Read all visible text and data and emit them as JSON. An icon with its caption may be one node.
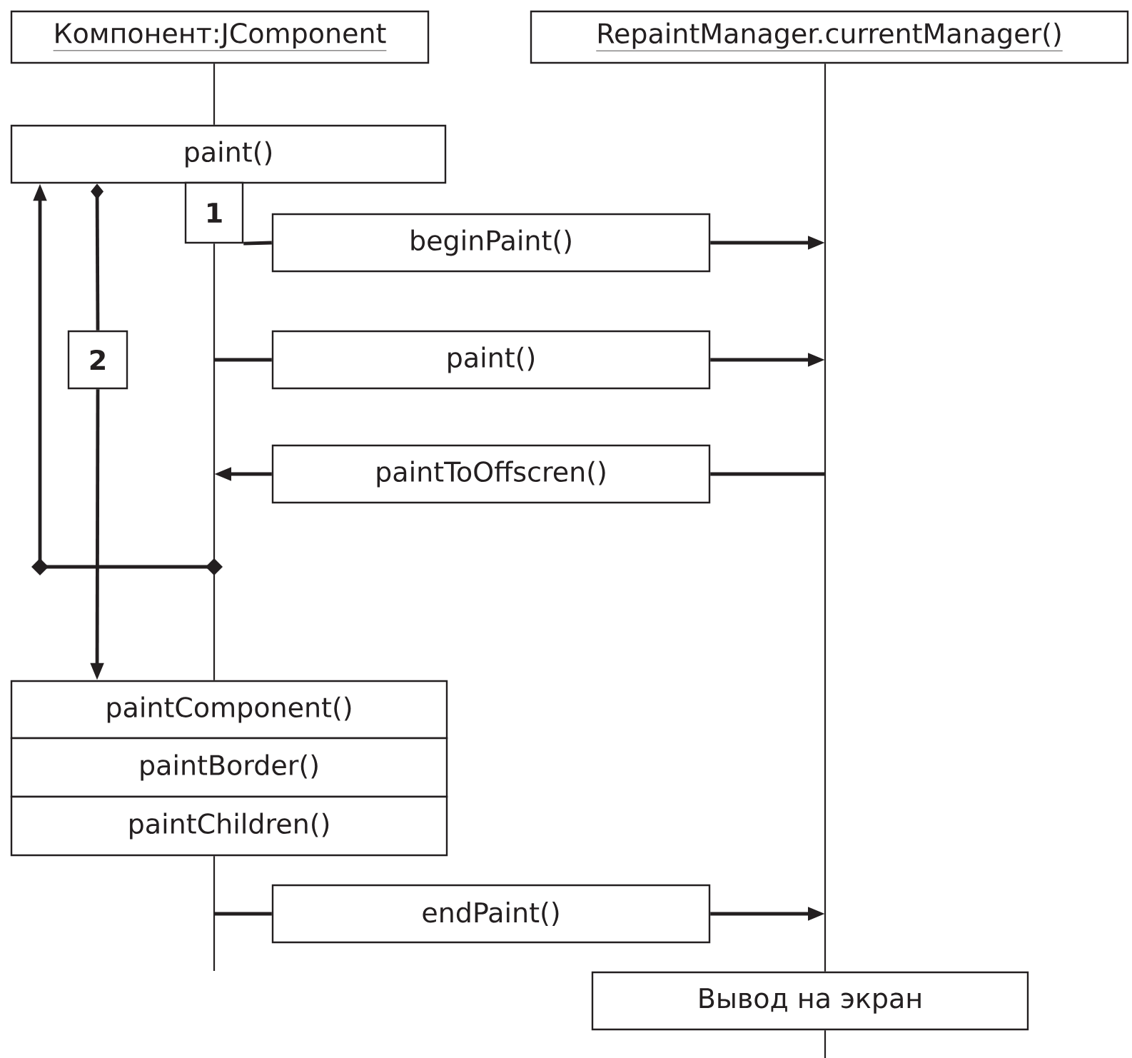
{
  "diagram": {
    "nodes": [
      {
        "text": [
          "Компонент:JComponent"
        ]
      },
      {
        "text": [
          "RepaintManager.currentManager()"
        ]
      },
      {
        "text": [
          "paint()"
        ]
      },
      {
        "text": [
          "1"
        ]
      },
      {
        "text": [
          "beginPaint()"
        ]
      },
      {
        "text": [
          "2"
        ]
      },
      {
        "text": [
          "paint()"
        ]
      },
      {
        "text": [
          "paintToOffscren()"
        ]
      },
      {
        "text": [
          "paintComponent()"
        ]
      },
      {
        "text": [
          "paintBorder()"
        ]
      },
      {
        "text": [
          "paintChildren()"
        ]
      },
      {
        "text": [
          "endPaint()"
        ]
      },
      {
        "text": [
          "Вывод на экран"
        ]
      }
    ],
    "edges": [
      {
        "from": 0,
        "to": 2,
        "arrow": "none"
      },
      {
        "from": 1,
        "to": 12,
        "arrow": "none"
      },
      {
        "from": 12,
        "to": null,
        "arrow": "none"
      },
      {
        "from": 3,
        "to": 8,
        "arrow": "none"
      },
      {
        "from": 10,
        "to": null,
        "arrow": "none"
      },
      {
        "from": 3,
        "to": 4,
        "arrow": "none"
      },
      {
        "from": 4,
        "to": null,
        "arrow": "to"
      },
      {
        "from": null,
        "to": 6,
        "arrow": "none"
      },
      {
        "from": 6,
        "to": null,
        "arrow": "to"
      },
      {
        "from": null,
        "to": 7,
        "arrow": "none"
      },
      {
        "from": 7,
        "to": null,
        "arrow": "to"
      },
      {
        "from": null,
        "to": 11,
        "arrow": "none"
      },
      {
        "from": 11,
        "to": null,
        "arrow": "to"
      },
      {
        "from": 2,
        "to": 5,
        "arrow": "other"
      },
      {
        "from": 5,
        "to": 8,
        "arrow": "to"
      },
      {
        "from": null,
        "to": 2,
        "arrow": "to"
      }
    ]
  }
}
